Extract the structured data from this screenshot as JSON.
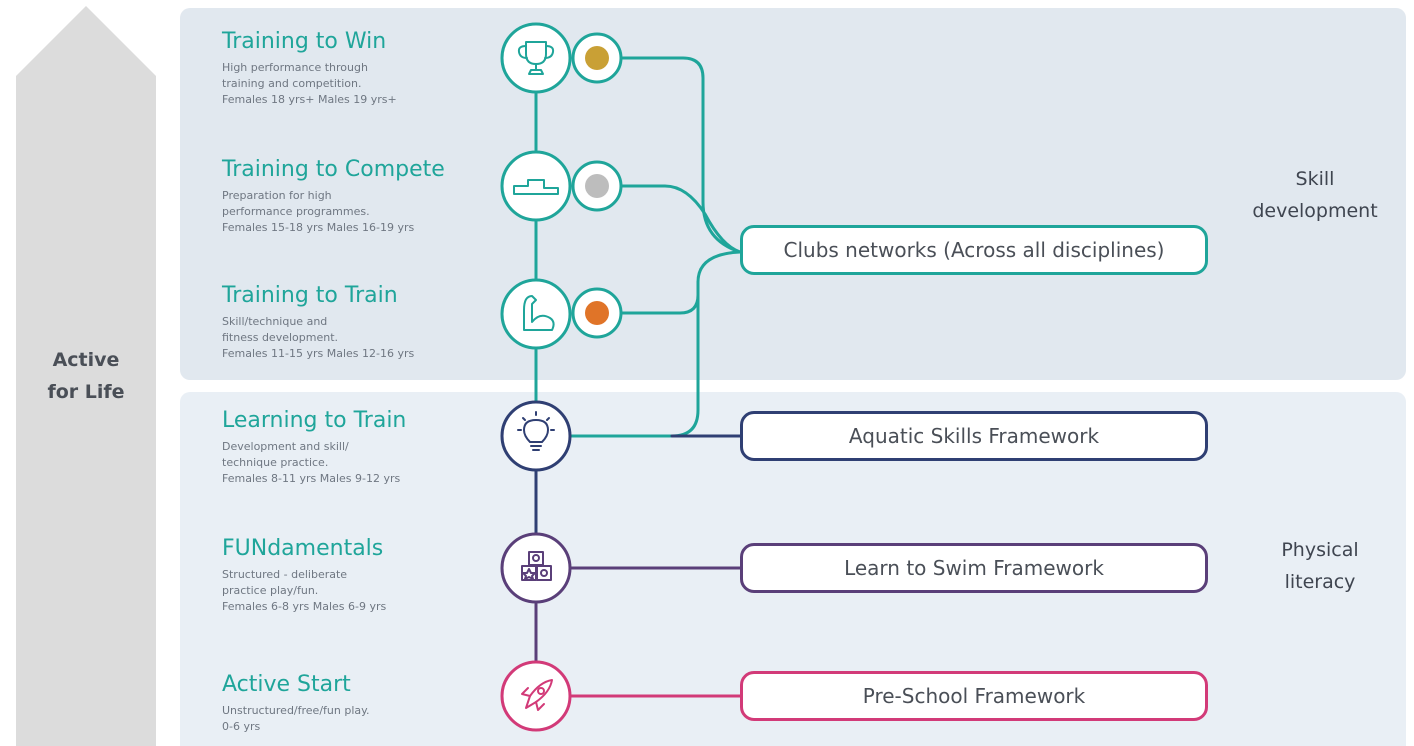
{
  "side_arrow": {
    "label_line1": "Active",
    "label_line2": "for Life"
  },
  "stages": [
    {
      "title": "Training to Win",
      "desc": [
        "High performance through",
        "training and competition.",
        "Females 18 yrs+ Males 19 yrs+"
      ],
      "icon": "trophy-icon",
      "medal": "gold"
    },
    {
      "title": "Training to Compete",
      "desc": [
        "Preparation for high",
        "performance programmes.",
        "Females 15-18 yrs Males 16-19 yrs"
      ],
      "icon": "podium-icon",
      "medal": "silver"
    },
    {
      "title": "Training to Train",
      "desc": [
        "Skill/technique and",
        "fitness development.",
        "Females 11-15 yrs Males 12-16 yrs"
      ],
      "icon": "flexed-arm-icon",
      "medal": "bronze"
    },
    {
      "title": "Learning to Train",
      "desc": [
        "Development and skill/",
        "technique practice.",
        "Females 8-11 yrs Males 9-12 yrs"
      ],
      "icon": "lightbulb-icon"
    },
    {
      "title": "FUNdamentals",
      "desc": [
        "Structured - deliberate",
        "practice play/fun.",
        "Females 6-8 yrs Males 6-9 yrs"
      ],
      "icon": "toy-blocks-icon"
    },
    {
      "title": "Active Start",
      "desc": [
        "Unstructured/free/fun play.",
        "0-6 yrs"
      ],
      "icon": "rocket-icon"
    }
  ],
  "frameworks": [
    {
      "label": "Clubs networks (Across all disciplines)"
    },
    {
      "label": "Aquatic Skills Framework"
    },
    {
      "label": "Learn to Swim Framework"
    },
    {
      "label": "Pre-School Framework"
    }
  ],
  "sections": {
    "skill_line1": "Skill",
    "skill_line2": "development",
    "literacy_line1": "Physical",
    "literacy_line2": "literacy"
  },
  "colors": {
    "teal": "#1fa59a",
    "navy": "#2f3f73",
    "purple": "#5a3f79",
    "pink": "#d23a78",
    "gold": "#c9a035",
    "silver": "#bdbdbd",
    "bronze": "#e07428",
    "arrow": "#dcdcdc",
    "panel_top": "#e1e8ef",
    "panel_bottom": "#e9eff5"
  }
}
